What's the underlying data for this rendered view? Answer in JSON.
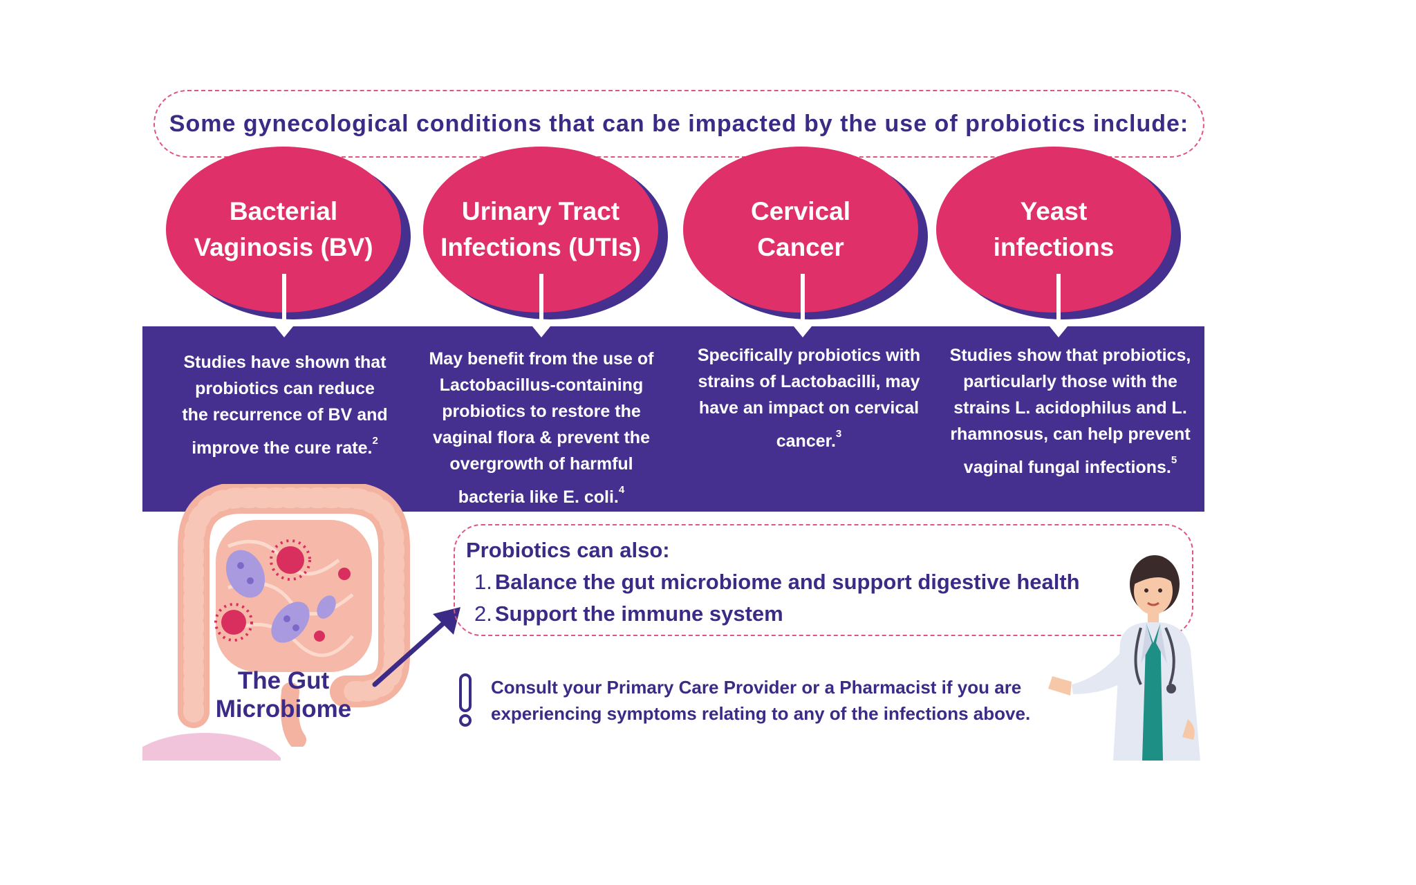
{
  "header": {
    "text": "Some gynecological conditions that can be impacted by the use of probiotics include:"
  },
  "conditions": [
    {
      "label": "Bacterial\nVaginosis (BV)",
      "description": "Studies have shown that probiotics can reduce the recurrence of BV and improve the cure rate.",
      "ref": "2"
    },
    {
      "label": "Urinary Tract\nInfections (UTIs)",
      "description": "May benefit from the use of Lactobacillus-containing probiotics to restore the vaginal flora & prevent the overgrowth of harmful bacteria like E. coli.",
      "ref": "4"
    },
    {
      "label": "Cervical\nCancer",
      "description": "Specifically probiotics with strains of Lactobacilli, may have an impact on cervical cancer.",
      "ref": "3"
    },
    {
      "label": "Yeast\ninfections",
      "description": "Studies show that probiotics, particularly those with the strains L. acidophilus and L. rhamnosus, can help prevent vaginal fungal infections.",
      "ref": "5"
    }
  ],
  "also": {
    "title": "Probiotics can also:",
    "items": [
      {
        "num": "1.",
        "text": "Balance the gut microbiome and support digestive health"
      },
      {
        "num": "2.",
        "text": "Support the immune system"
      }
    ]
  },
  "consult": {
    "text": "Consult your Primary Care Provider or a Pharmacist if you are experiencing symptoms relating to any of the infections above."
  },
  "gut": {
    "label": "The Gut Microbiome"
  },
  "colors": {
    "primary_purple": "#46308f",
    "text_purple": "#3b2a86",
    "pink": "#e0306a",
    "dashed_border": "#e0557e",
    "gut_pink": "#f4b2a0"
  },
  "icons": [
    "gut-illustration",
    "bacteria-icon",
    "virus-icon",
    "arrow-icon",
    "exclamation-icon",
    "doctor-illustration"
  ]
}
